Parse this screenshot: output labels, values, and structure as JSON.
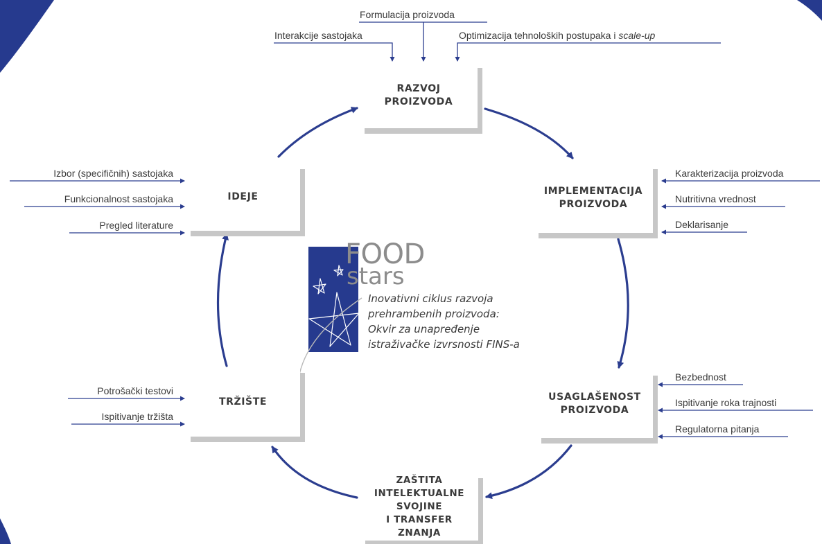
{
  "colors": {
    "accent_blue": "#263a8e",
    "arrow_blue": "#2b3d8f",
    "text_gray": "#3a3a3a",
    "shadow_gray": "#c7c7c7",
    "logo_gray": "#8c8c8c"
  },
  "nodes": {
    "razvoj": "RAZVOJ\nPROIZVODA",
    "implementacija": "IMPLEMENTACIJA\nPROIZVODA",
    "usaglasenost": "USAGLAŠENOST\nPROIZVODA",
    "zastita": "ZAŠTITA\nINTELEKTUALNE\nSVOJINE\nI TRANSFER\nZNANJA",
    "trziste": "TRŽIŠTE",
    "ideje": "IDEJE"
  },
  "inputs": {
    "razvoj": {
      "top": "Formulacija proizvoda",
      "left": "Interakcije sastojaka",
      "right_prefix": "Optimizacija tehnoloških postupaka i ",
      "right_italic": "scale-up"
    },
    "implementacija": [
      "Karakterizacija proizvoda",
      "Nutritivna vrednost",
      "Deklarisanje"
    ],
    "usaglasenost": [
      "Bezbednost",
      "Ispitivanje roka trajnosti",
      "Regulatorna pitanja"
    ],
    "trziste": [
      "Potrošački testovi",
      "Ispitivanje tržišta"
    ],
    "ideje": [
      "Izbor (specifičnih) sastojaka",
      "Funkcionalnost sastojaka",
      "Pregled literature"
    ]
  },
  "logo": {
    "food": "FOOD",
    "stars": "stars",
    "tagline": "Inovativni ciklus razvoja\nprehrambenih proizvoda:\nOkvir za unapređenje\nistraživačke izvrsnosti FINS-a"
  }
}
